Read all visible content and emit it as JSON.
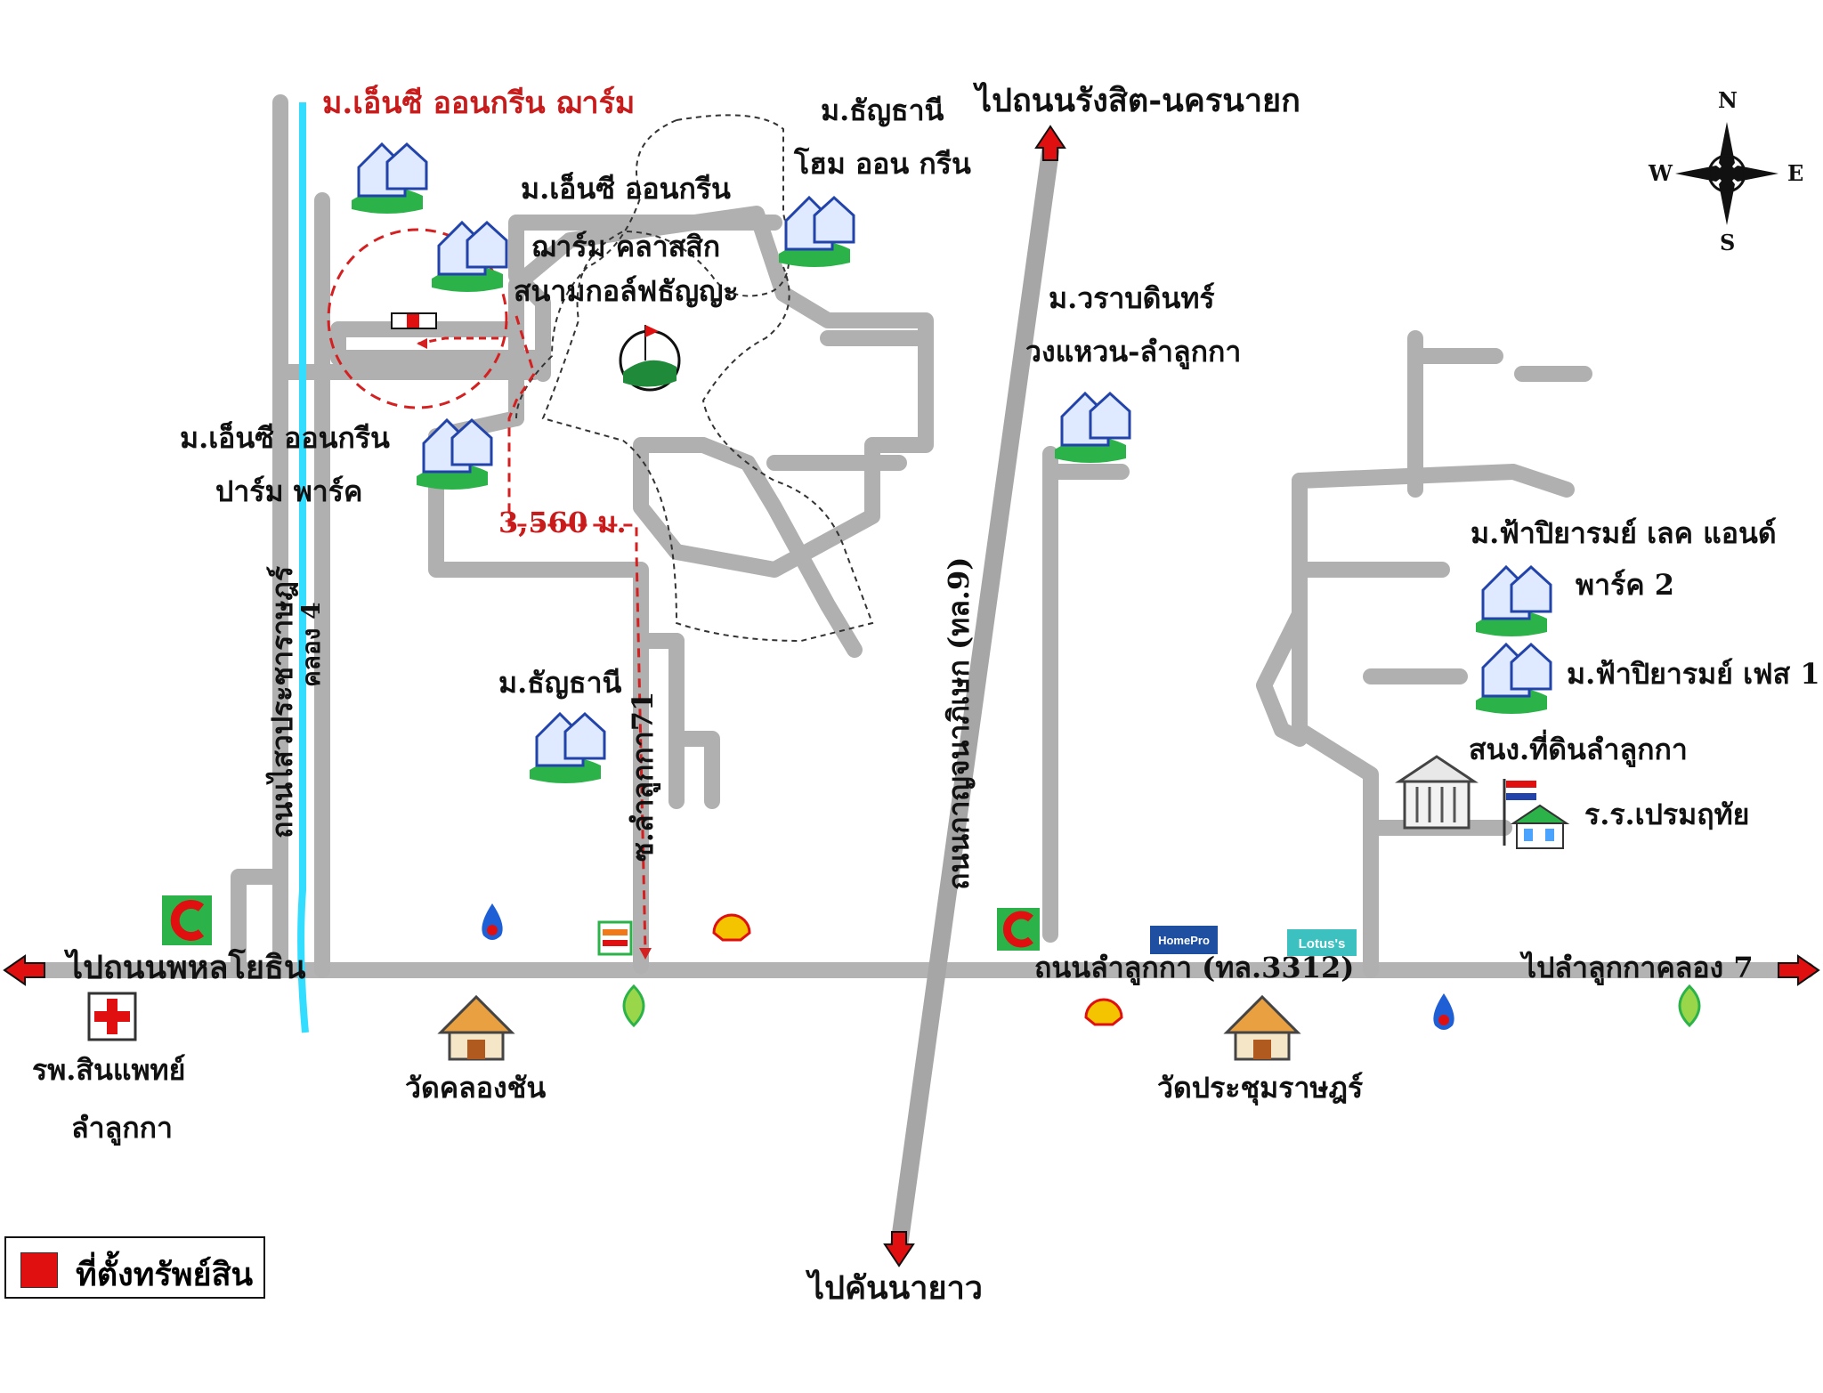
{
  "colors": {
    "road": "#b0b0b0",
    "road_major": "#9a9a9a",
    "canal": "#33ddff",
    "route": "#d42020",
    "golf_outline": "#333333",
    "marker": "#e01010"
  },
  "labels": {
    "nc_green_farm": "ม.เอ็นซี ออนกรีน ฌาร์ม",
    "chanyathani_home_top": "ม.ธัญธานี",
    "home_on_green": "โฮม ออน กรีน",
    "to_rangsit_nakhon_nayok": "ไปถนนรังสิต-นครนายก",
    "nc_green_farm_classic_1": "ม.เอ็นซี ออนกรีน",
    "nc_green_farm_classic_2": "ฌาร์ม คลาสสิก",
    "golf_course": "สนามกอล์ฟธัญญะ",
    "warabodin_1": "ม.วราบดินทร์",
    "warabodin_2": "วงแหวน-ลำลูกกา",
    "nc_green_park_1": "ม.เอ็นซี ออนกรีน",
    "nc_green_park_2": "ปาร์ม พาร์ค",
    "distance": "3,560 ม.",
    "fa_lake_1": "ม.ฟ้าปิยารมย์ เลค แอนด์",
    "fa_lake_2": "พาร์ค 2",
    "fa_phase1": "ม.ฟ้าปิยารมย์ เฟส 1",
    "land_office": "สนง.ที่ดินลำลูกกา",
    "school": "ร.ร.เปรมฤทัย",
    "chanyathani_low": "ม.ธัญธานี",
    "soi_lamlukka": "ซ.ลำลูกกา71",
    "kanchana_road": "ถนนกาญจนาภิเษก (ทล.9)",
    "sai_road": "ถนนไสวประชาราษฎร์",
    "khlong4": "คลอง 4",
    "to_phahon": "ไปถนนพหลโยธิน",
    "lamlukka_road": "ถนนลำลูกกา (ทล.3312)",
    "to_lamlukka_k7": "ไปลำลูกกาคลอง 7",
    "hospital_1": "รพ.สินแพทย์",
    "hospital_2": "ลำลูกกา",
    "wat_khlong_chan": "วัดคลองชัน",
    "wat_prachum": "วัดประชุมราษฎร์",
    "to_khan_na_yao": "ไปคันนายาว",
    "store_homepro": "HomePro",
    "store_lotus": "Lotus's",
    "store_big": "Big C"
  },
  "compass": {
    "n": "N",
    "s": "S",
    "e": "E",
    "w": "W"
  },
  "legend": {
    "label": "ที่ตั้งทรัพย์สิน"
  }
}
